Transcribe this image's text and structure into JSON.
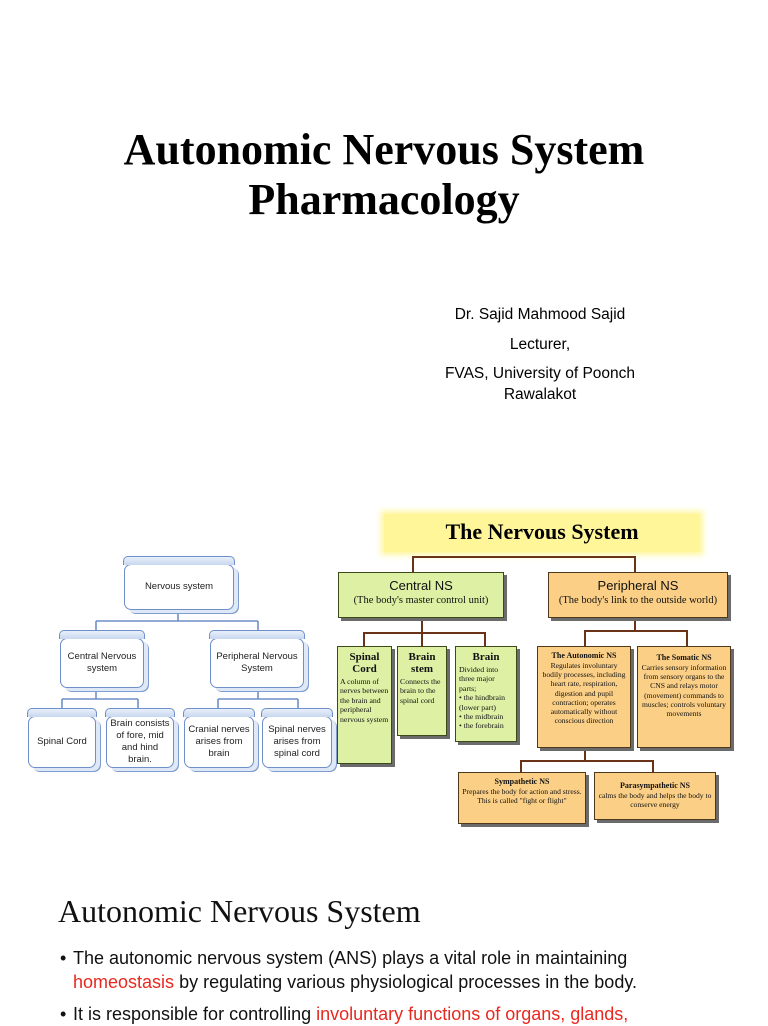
{
  "slide1": {
    "title_line1": "Autonomic Nervous System",
    "title_line2": "Pharmacology",
    "author": {
      "name": "Dr. Sajid Mahmood Sajid",
      "role": "Lecturer,",
      "affiliation_line1": "FVAS, University of Poonch",
      "affiliation_line2": "Rawalakot"
    }
  },
  "left_diagram": {
    "root": "Nervous system",
    "central": "Central Nervous system",
    "peripheral": "Peripheral Nervous System",
    "spinal_cord": "Spinal Cord",
    "brain": "Brain consists of fore, mid and hind brain.",
    "cranial": "Cranial nerves arises from brain",
    "spinal_nerves": "Spinal nerves arises from spinal cord"
  },
  "right_diagram": {
    "banner": "The Nervous System",
    "central_title": "Central NS",
    "central_sub": "(The body's master control unit)",
    "peripheral_title": "Peripheral NS",
    "peripheral_sub": "(The body's link to the outside world)",
    "spinal_title": "Spinal Cord",
    "spinal_desc": "A column of nerves between the brain and peripheral nervous system",
    "stem_title": "Brain stem",
    "stem_desc": "Connects the brain to the spinal cord",
    "brain_title": "Brain",
    "brain_desc": "Divided into three major parts;",
    "brain_parts": [
      "• the hindbrain (lower part)",
      "• the midbrain",
      "• the forebrain"
    ],
    "autonomic_title": "The Autonomic NS",
    "autonomic_desc": "Regulates involuntary bodily processes, including heart rate, respiration, digestion and pupil contraction; operates automatically without conscious direction",
    "somatic_title": "The Somatic NS",
    "somatic_desc": "Carries sensory information from sensory organs to the CNS and relays motor (movement) commands to muscles; controls voluntary movements",
    "sympathetic_title": "Sympathetic NS",
    "sympathetic_desc": "Prepares the body for action and stress. This is called \"fight or flight\"",
    "parasympathetic_title": "Parasympathetic NS",
    "parasympathetic_desc": "calms the body and helps the body to conserve energy"
  },
  "slide2": {
    "heading": "Autonomic Nervous System",
    "bullet1_a": "The autonomic nervous system (ANS) plays a vital role in maintaining",
    "bullet1_red": "homeostasis",
    "bullet1_b": " by regulating various physiological processes in the body.",
    "bullet2_a": "It is responsible for controlling ",
    "bullet2_red": "involuntary functions of organs, glands,"
  },
  "colors": {
    "green_box": "#ddf0a4",
    "orange_box": "#fbcf86",
    "banner": "#fff69a",
    "connector": "#6a3216",
    "blue_border": "#6f8fc8",
    "highlight_red": "#e8281f"
  }
}
